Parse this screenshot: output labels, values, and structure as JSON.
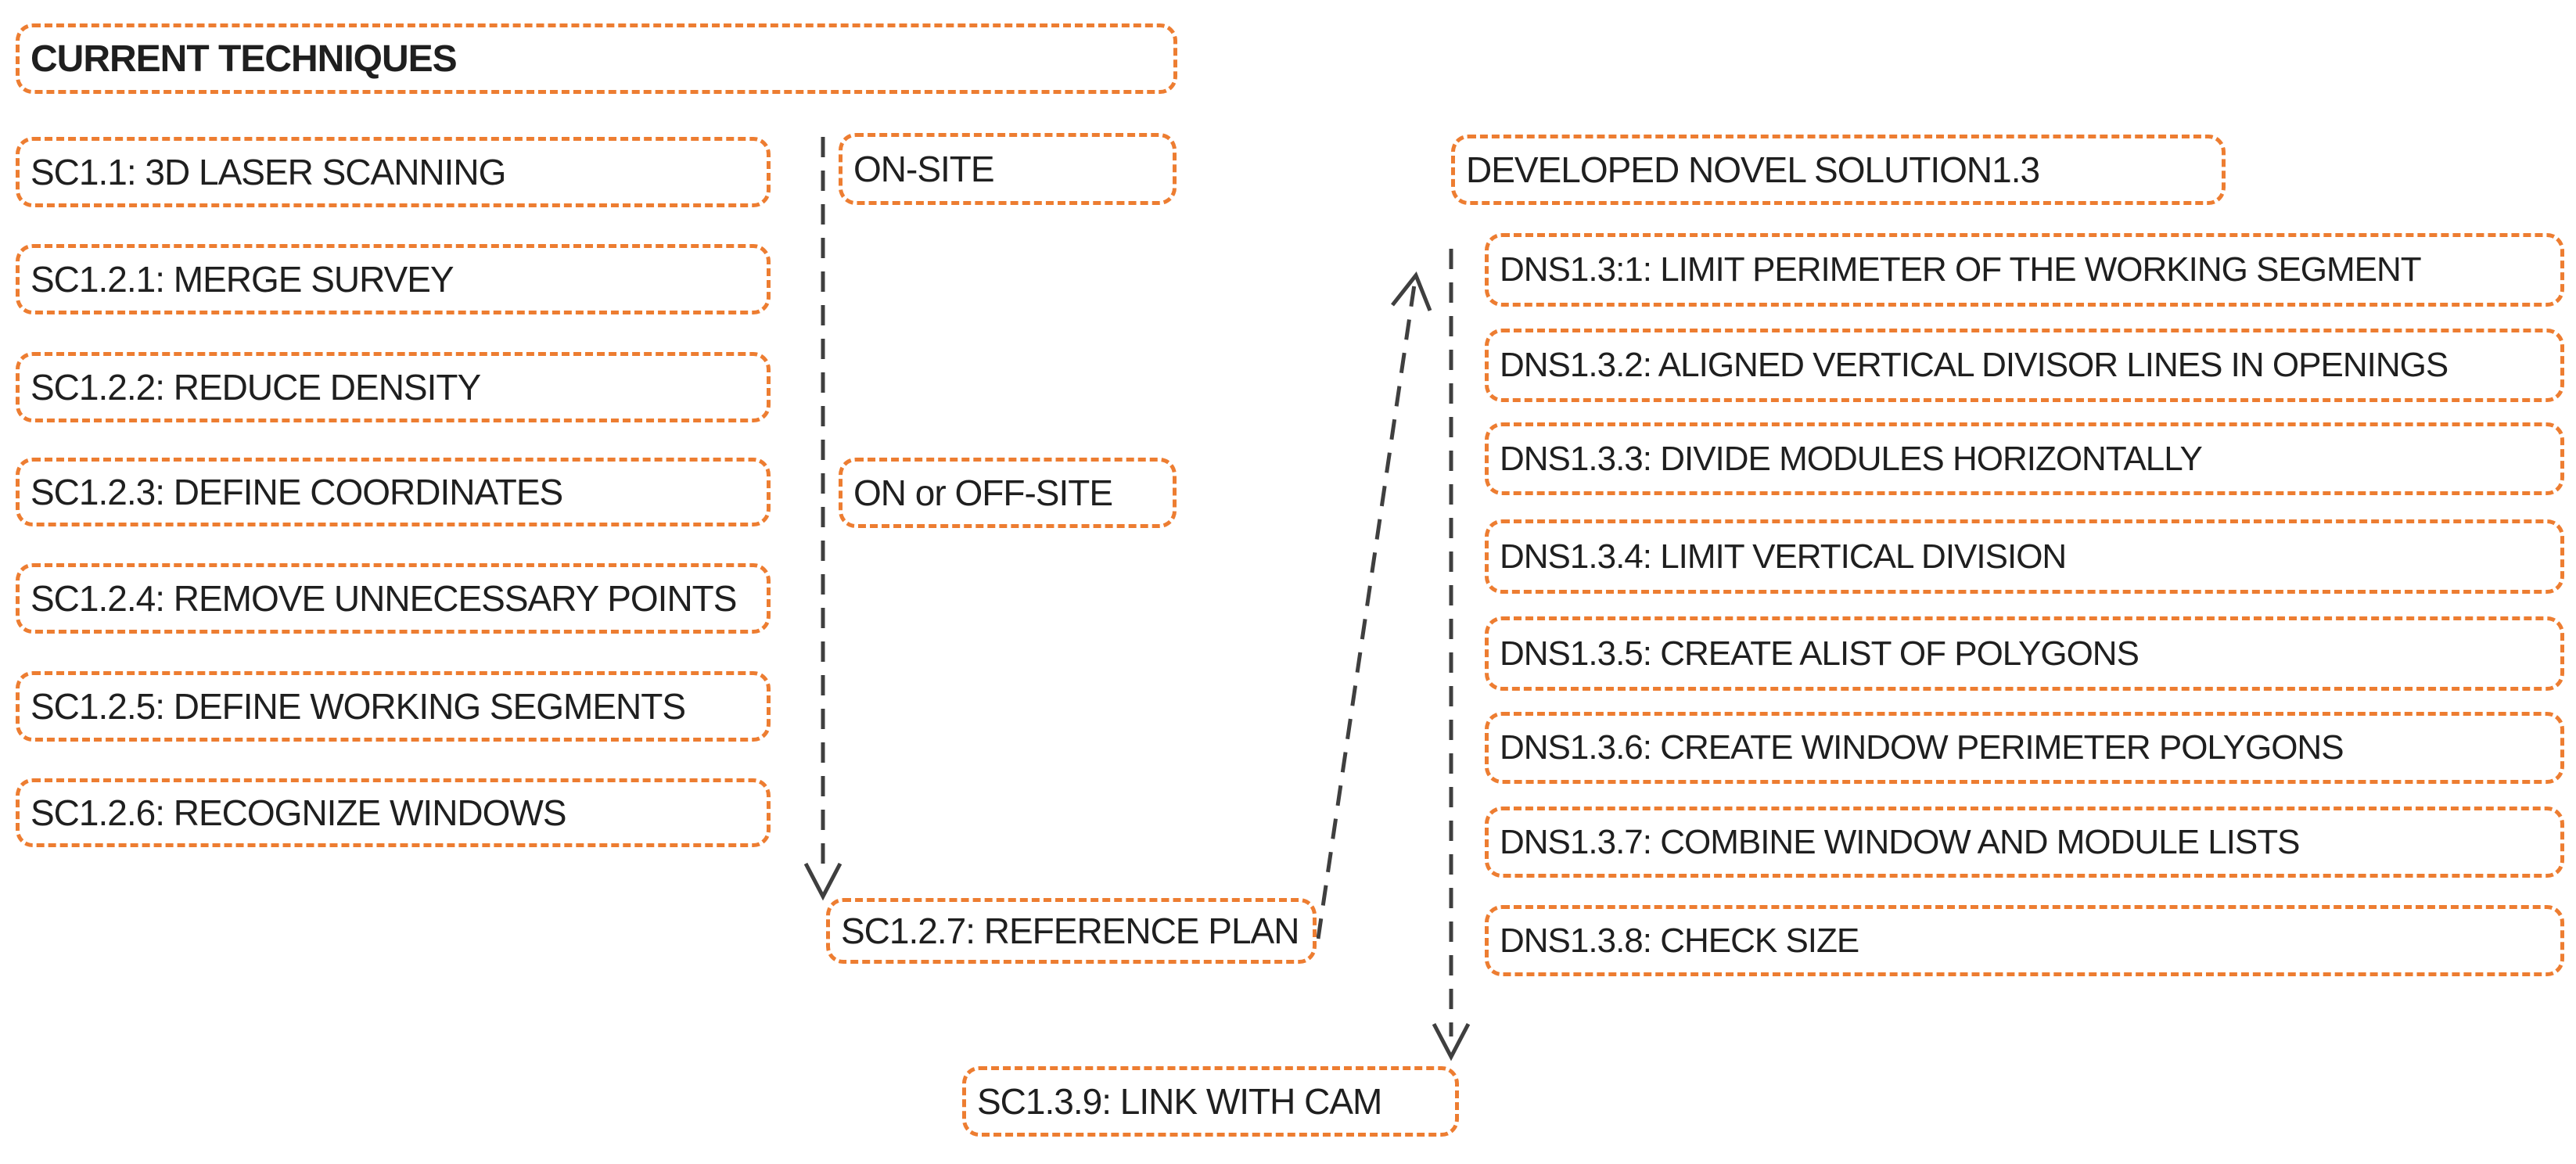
{
  "colors": {
    "accent": "#ED7D31",
    "arrow_line": "#3F3F3F",
    "text": "#1F1F1F",
    "background": "#FFFFFF"
  },
  "nodes": {
    "title": "CURRENT TECHNIQUES",
    "sc11": "SC1.1: 3D LASER SCANNING",
    "sc121": "SC1.2.1: MERGE SURVEY",
    "sc122": "SC1.2.2: REDUCE DENSITY",
    "sc123": "SC1.2.3: DEFINE COORDINATES",
    "sc124": "SC1.2.4: REMOVE UNNECESSARY POINTS",
    "sc125": "SC1.2.5: DEFINE WORKING SEGMENTS",
    "sc126": "SC1.2.6: RECOGNIZE WINDOWS",
    "onsite": "ON-SITE",
    "on_or_offsite": "ON or OFF-SITE",
    "sc127": "SC1.2.7: REFERENCE PLAN",
    "sc139": "SC1.3.9: LINK WITH CAM",
    "dns_header": "DEVELOPED NOVEL SOLUTION1.3",
    "dns1": "DNS1.3:1: LIMIT PERIMETER OF THE WORKING SEGMENT",
    "dns2": "DNS1.3.2: ALIGNED VERTICAL DIVISOR LINES IN OPENINGS",
    "dns3": "DNS1.3.3: DIVIDE MODULES HORIZONTALLY",
    "dns4": "DNS1.3.4: LIMIT VERTICAL DIVISION",
    "dns5": "DNS1.3.5: CREATE ALIST OF POLYGONS",
    "dns6": "DNS1.3.6: CREATE WINDOW PERIMETER POLYGONS",
    "dns7": "DNS1.3.7: COMBINE WINDOW AND MODULE LISTS",
    "dns8": "DNS1.3.8: CHECK SIZE"
  },
  "connections": [
    {
      "from": "ON-SITE",
      "through": "ON or OFF-SITE",
      "to": "SC1.2.7: REFERENCE PLAN",
      "style": "dashed",
      "arrowhead": "down"
    },
    {
      "from": "SC1.2.7: REFERENCE PLAN",
      "to": "DNS1.3:1: LIMIT PERIMETER OF THE WORKING SEGMENT",
      "style": "dashed",
      "arrowhead": "up"
    },
    {
      "from": "DEVELOPED NOVEL SOLUTION1.3",
      "to": "SC1.3.9: LINK WITH CAM",
      "style": "dashed",
      "arrowhead": "down"
    }
  ]
}
